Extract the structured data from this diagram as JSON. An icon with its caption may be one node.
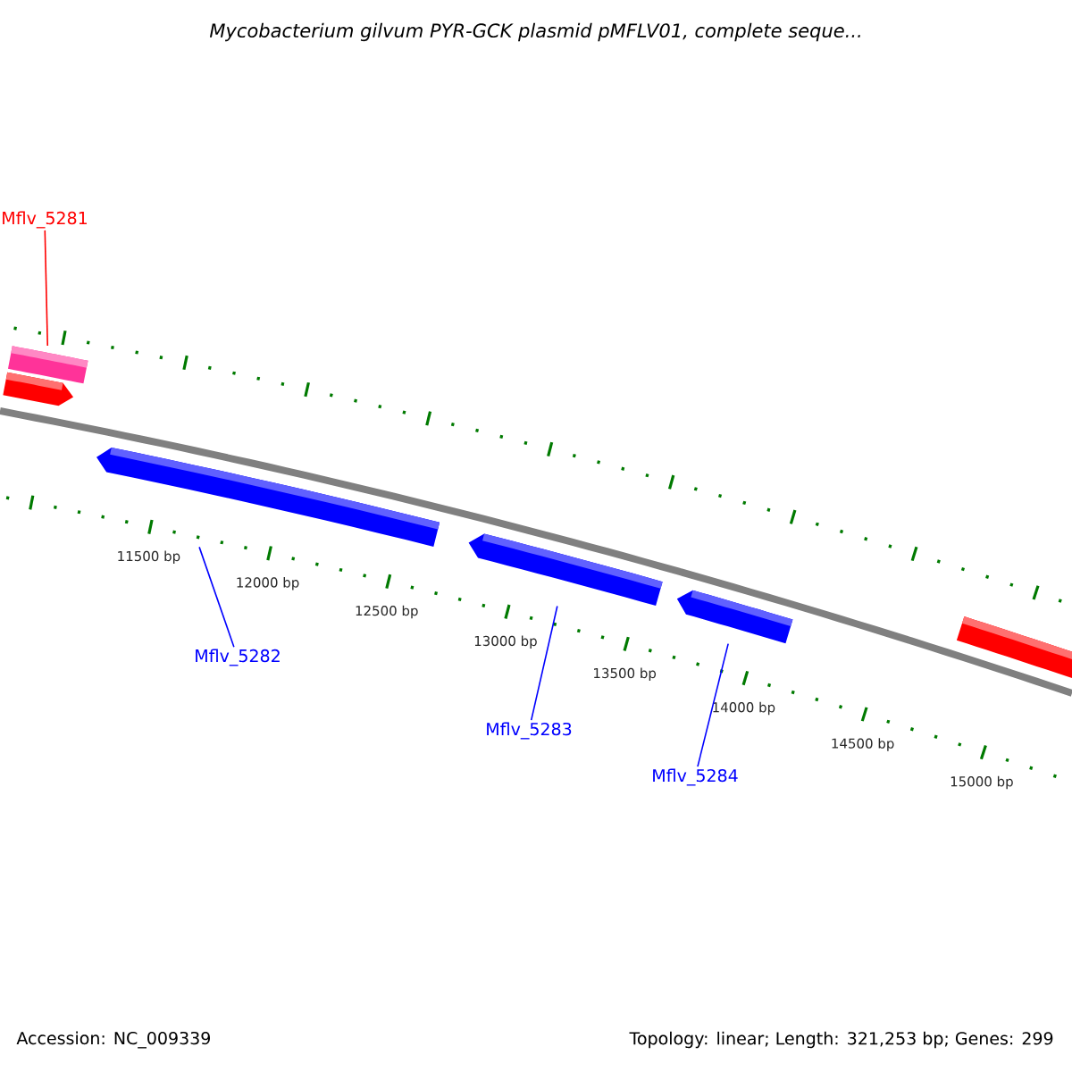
{
  "diagram": {
    "title": "Mycobacterium gilvum PYR-GCK plasmid pMFLV01, complete seque...",
    "nodes": [
      {
        "text": [
          "Mflv_5281"
        ]
      },
      {
        "text": [],
        "shape": "bar"
      },
      {
        "text": [],
        "shape": "bar"
      },
      {
        "text": [],
        "shape": "bar"
      },
      {
        "text": [],
        "shape": "bar"
      },
      {
        "text": [],
        "shape": "bar"
      },
      {
        "text": [],
        "shape": "bar"
      },
      {
        "text": [
          "Mflv_5282"
        ]
      },
      {
        "text": [
          "Mflv_5283"
        ]
      },
      {
        "text": [
          "Mflv_5284"
        ]
      }
    ],
    "edges": [
      {
        "from": 0,
        "to": 1,
        "arrow": "none",
        "color": "#ff0000"
      },
      {
        "from": 7,
        "to": 3,
        "arrow": "none"
      },
      {
        "from": 8,
        "to": 4,
        "arrow": "none"
      },
      {
        "from": 9,
        "to": 5,
        "arrow": "none"
      }
    ],
    "labels": [
      "11500 bp",
      "12000 bp",
      "12500 bp",
      "13000 bp",
      "13500 bp",
      "14000 bp",
      "14500 bp",
      "15000 bp",
      "Accession: NC_009339",
      "Topology: linear; Length: 321,253 bp; Genes: 299"
    ]
  }
}
